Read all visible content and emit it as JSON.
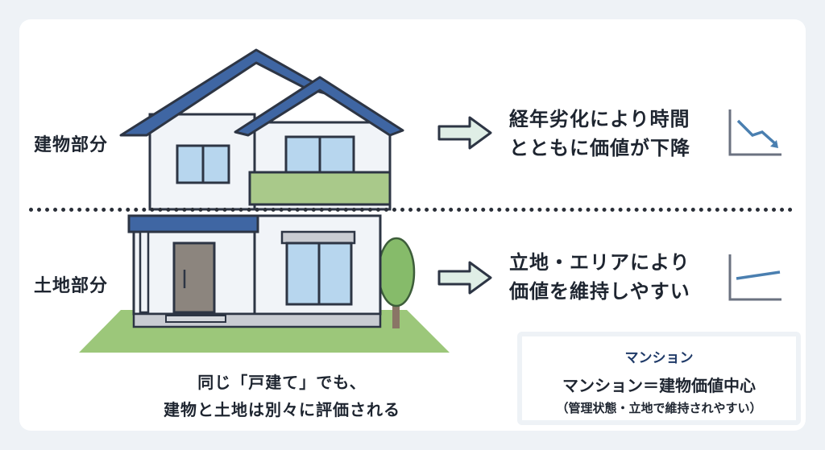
{
  "labels": {
    "building": "建物部分",
    "land": "土地部分"
  },
  "building_desc": {
    "line1": "経年劣化により時間",
    "line2": "とともに価値が下降"
  },
  "land_desc": {
    "line1": "立地・エリアにより",
    "line2": "価値を維持しやすい"
  },
  "caption": {
    "line1": "同じ「戸建て」でも、",
    "line2": "建物と土地は別々に評価される"
  },
  "mansion": {
    "title": "マンション",
    "main": "マンション＝建物価値中心",
    "note": "（管理状態・立地で維持されやすい）"
  },
  "icons": {
    "building_trend": "declining-chart-icon",
    "land_trend": "stable-chart-icon"
  },
  "colors": {
    "roof": "#3f66a3",
    "wall": "#f1f4f8",
    "balcony": "#a9c98a",
    "grass": "#9cc77a",
    "window": "#b7d6ee",
    "arrow_fill": "#dfeee6",
    "chart_line": "#4a7fb0"
  }
}
